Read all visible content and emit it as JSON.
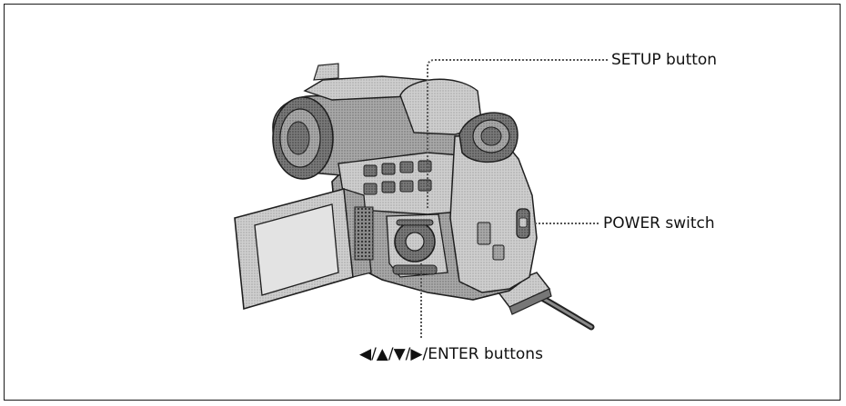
{
  "callouts": {
    "setup": "SETUP button",
    "power": "POWER switch",
    "enter": "◀/▲/▼/▶/ENTER buttons"
  },
  "colors": {
    "frame": "#1a1a1a",
    "leader_line": "#555555",
    "body_dark": "#6e6e6e",
    "body_mid": "#9a9a9a",
    "body_light": "#c8c8c8",
    "screen": "#d9d9d9"
  }
}
